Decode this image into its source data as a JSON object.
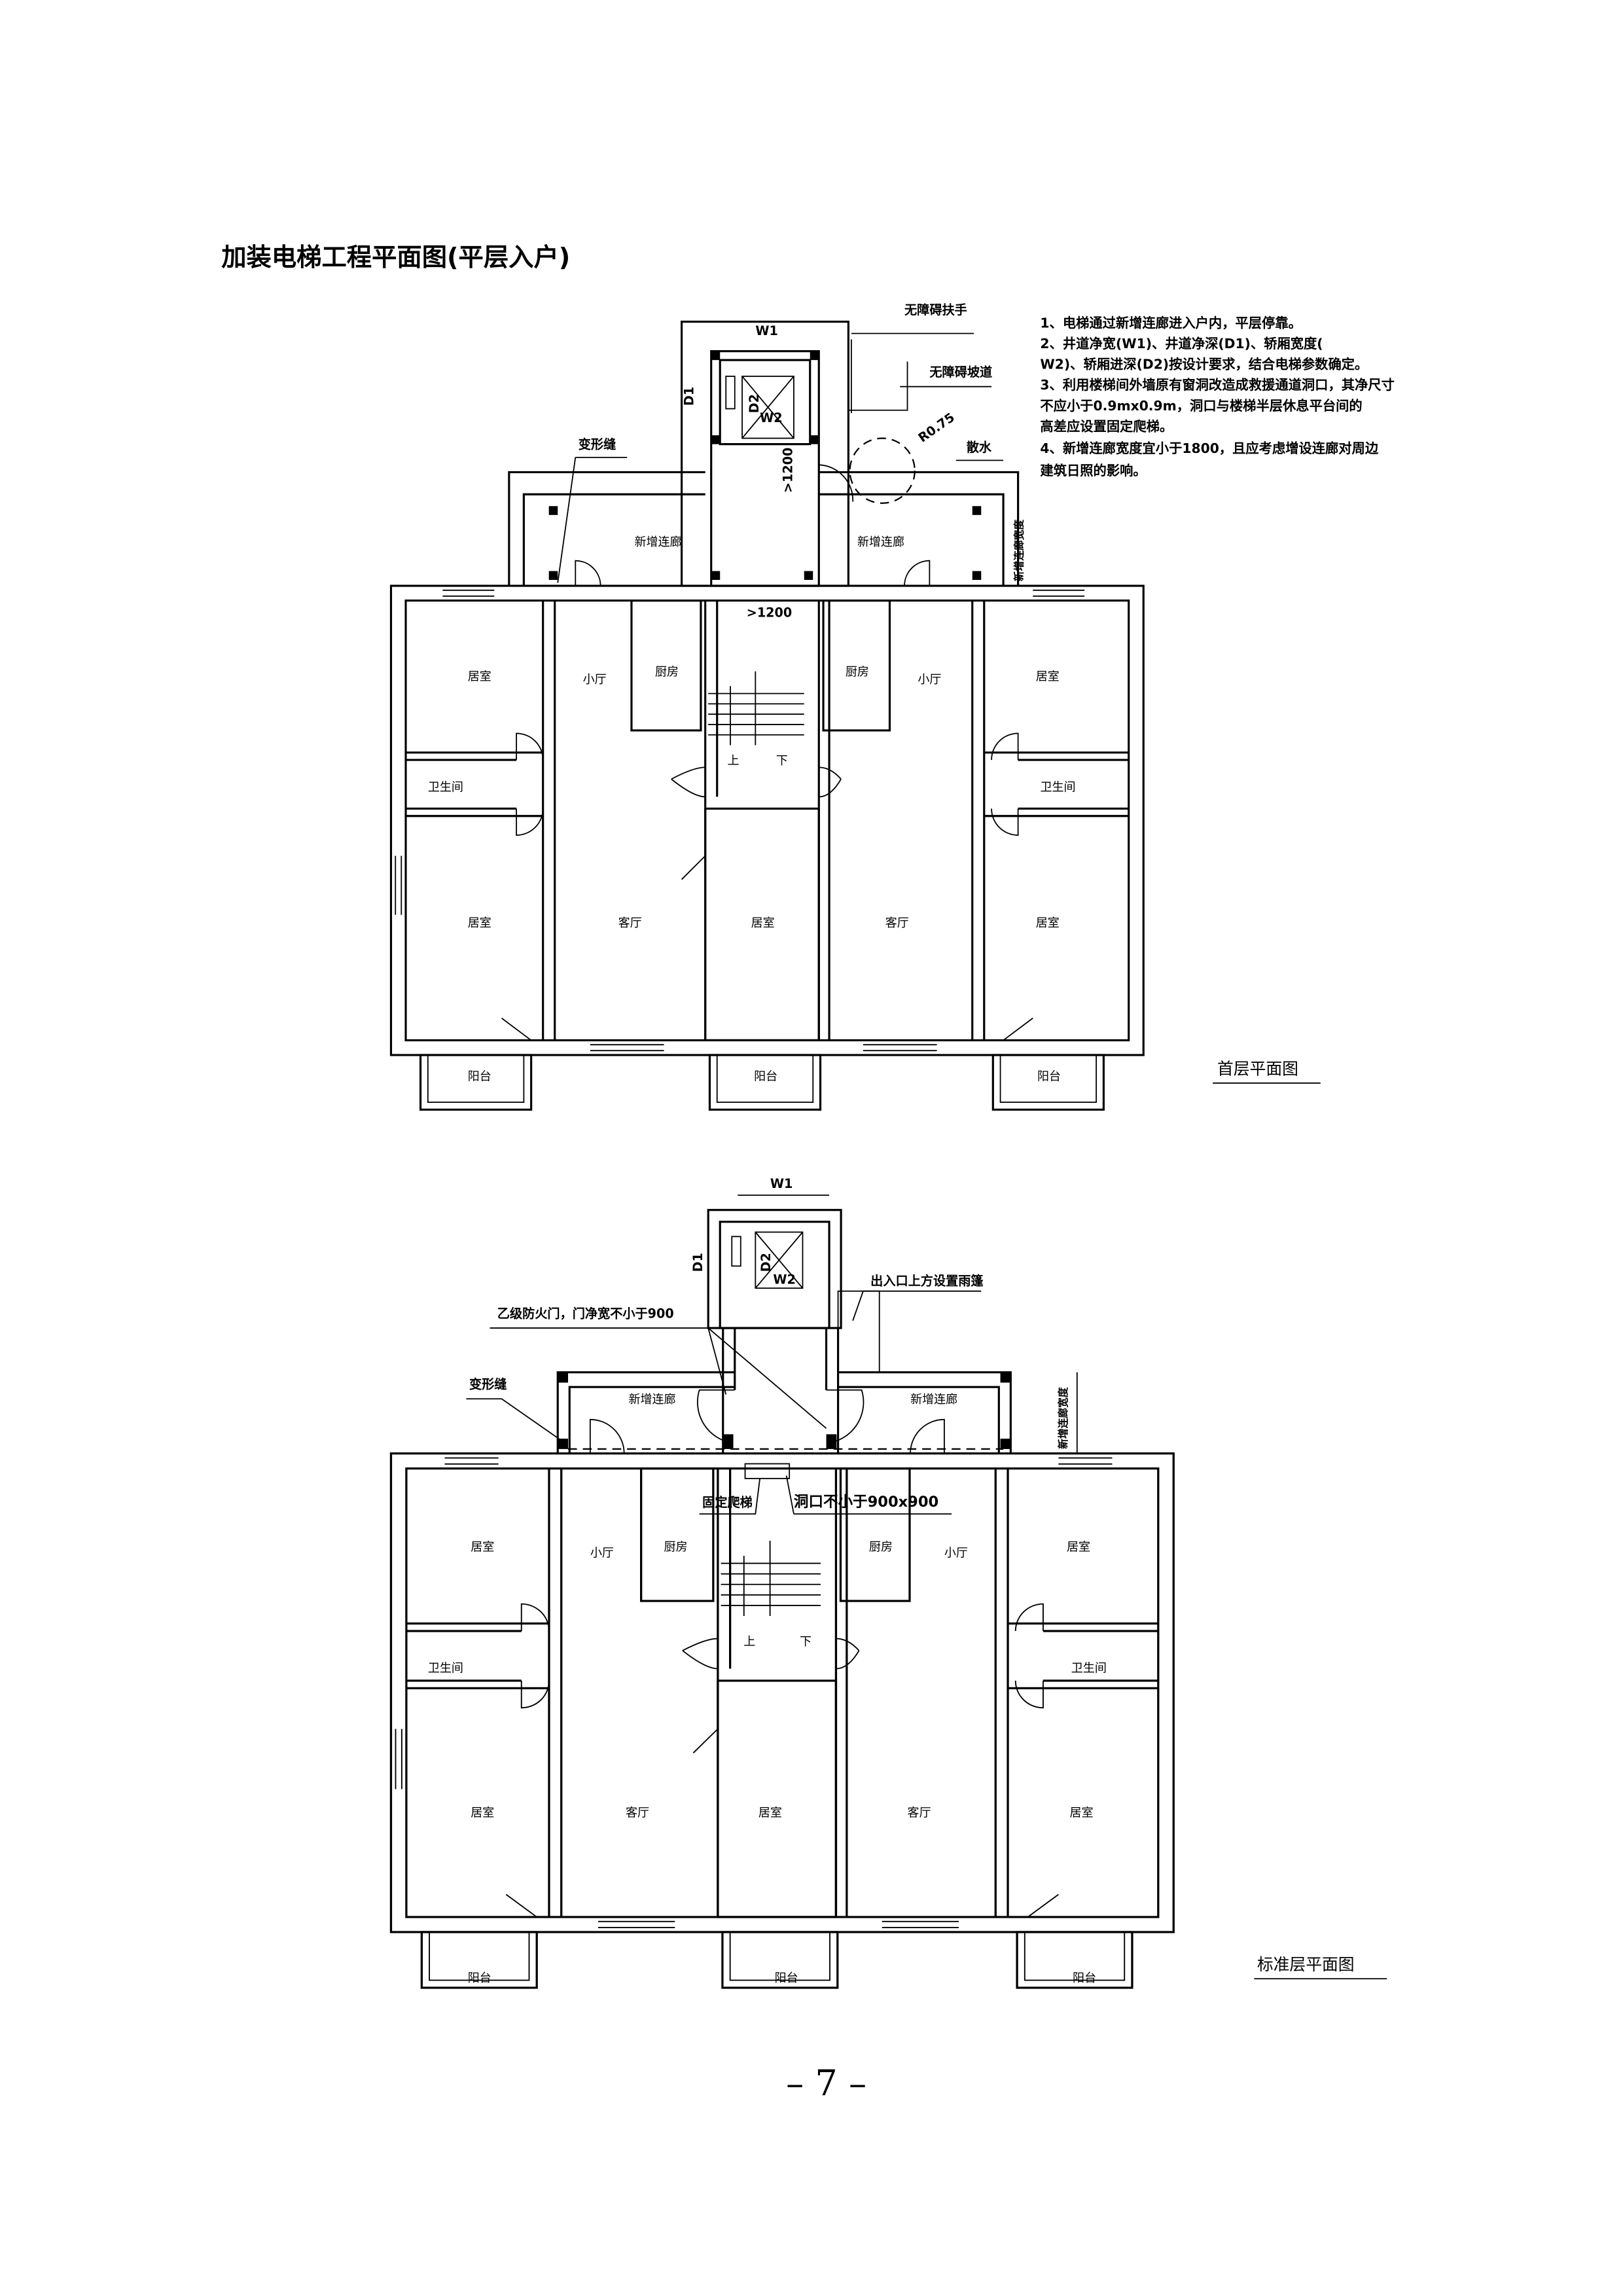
{
  "title": "加装电梯工程平面图(平层入户)",
  "notes": [
    "1、电梯通过新增连廊进入户内，平层停靠。",
    "2、井道净宽(W1)、井道净深(D1)、轿厢宽度(",
    "W2)、轿厢进深(D2)按设计要求，结合电梯参数确定。",
    "3、利用楼梯间外墙原有窗洞改造成救援通道洞口，其净尺寸",
    "不应小于0.9mx0.9m，洞口与楼梯半层休息平台间的",
    "高差应设置固定爬梯。",
    "4、新增连廊宽度宜小于1800，且应考虑增设连廊对周边",
    "建筑日照的影响。"
  ],
  "plan1": {
    "caption": "首层平面图",
    "annotations": {
      "handrail": "无障碍扶手",
      "ramp": "无障碍坡道",
      "radius": "R0.75",
      "apron": "散水",
      "joint": "变形缝",
      "corridor_width": "新增连廊宽度",
      "clear_1200_v": ">1200",
      "clear_1200_h": ">1200",
      "w1": "W1",
      "d1": "D1",
      "w2": "W2",
      "d2": "D2"
    },
    "rooms": {
      "corridor_l": "新增连廊",
      "corridor_r": "新增连廊",
      "bed_tl": "居室",
      "hall_l": "小厅",
      "kitchen_l": "厨房",
      "kitchen_r": "厨房",
      "hall_r": "小厅",
      "bed_tr": "居室",
      "bath_l": "卫生间",
      "bath_r": "卫生间",
      "bed_bl": "居室",
      "living_l": "客厅",
      "bed_c": "居室",
      "living_r": "客厅",
      "bed_br": "居室",
      "balcony_l": "阳台",
      "balcony_c": "阳台",
      "balcony_r": "阳台",
      "up": "上",
      "down": "下"
    }
  },
  "plan2": {
    "caption": "标准层平面图",
    "annotations": {
      "canopy": "出入口上方设置雨篷",
      "fire_door": "乙级防火门，门净宽不小于900",
      "joint": "变形缝",
      "corridor_width": "新增连廊宽度",
      "ladder": "固定爬梯",
      "opening": "洞口不小于900x900",
      "w1": "W1",
      "d1": "D1",
      "w2": "W2",
      "d2": "D2"
    },
    "rooms": {
      "corridor_l": "新增连廊",
      "corridor_r": "新增连廊",
      "bed_tl": "居室",
      "hall_l": "小厅",
      "kitchen_l": "厨房",
      "kitchen_r": "厨房",
      "hall_r": "小厅",
      "bed_tr": "居室",
      "bath_l": "卫生间",
      "bath_r": "卫生间",
      "bed_bl": "居室",
      "living_l": "客厅",
      "bed_c": "居室",
      "living_r": "客厅",
      "bed_br": "居室",
      "balcony_l": "阳台",
      "balcony_c": "阳台",
      "balcony_r": "阳台",
      "up": "上",
      "down": "下"
    }
  },
  "page_number": "– 7 –"
}
